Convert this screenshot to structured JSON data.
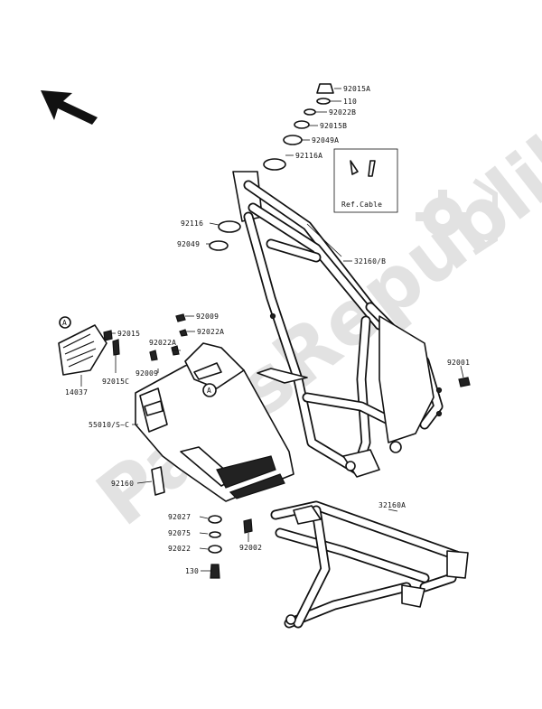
{
  "watermark": {
    "text": "PartsRepublik",
    "color": "#e2e2e2"
  },
  "direction_arrow_icon": "arrow-up-left-icon",
  "gear_watermark_icon": "gear-icon",
  "ref_cable_label": "Ref.Cable",
  "labels": {
    "p92015A": "92015A",
    "p110": "110",
    "p92022B": "92022B",
    "p92015B": "92015B",
    "p92049A": "92049A",
    "p92116A": "92116A",
    "p92116": "92116",
    "p92049": "92049",
    "p32160B": "32160/B",
    "pA1": "A",
    "p92015": "92015",
    "p92009a": "92009",
    "p92022A1": "92022A",
    "p92022A2": "92022A",
    "p92009b": "92009",
    "p14037": "14037",
    "p92015C": "92015C",
    "pA2": "A",
    "p92001": "92001",
    "p55010": "55010/S~C",
    "p92160": "92160",
    "p32160A": "32160A",
    "p92027": "92027",
    "p92075": "92075",
    "p92022": "92022",
    "p92002": "92002",
    "p130": "130"
  }
}
